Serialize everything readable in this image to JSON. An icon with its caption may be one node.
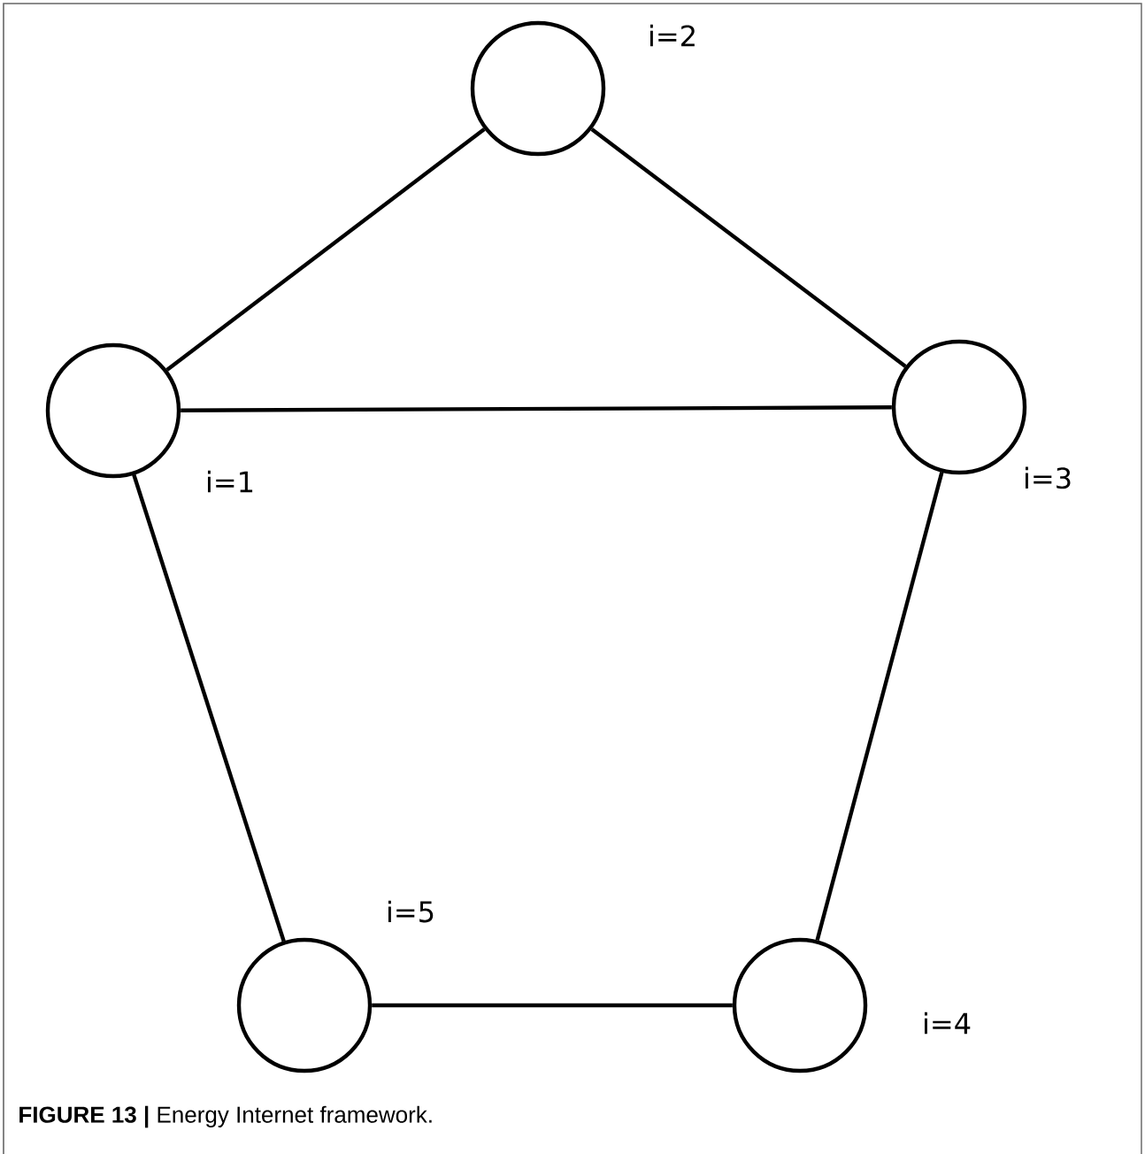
{
  "diagram": {
    "caption": "**FIGURE 13 |** Energy Internet framework.",
    "nodes": [
      {
        "text": [],
        "shape": "circle",
        "beside": [
          "i=1"
        ]
      },
      {
        "text": [],
        "shape": "circle",
        "beside": [
          "i=2"
        ]
      },
      {
        "text": [],
        "shape": "circle",
        "beside": [
          "i=3"
        ]
      },
      {
        "text": [],
        "shape": "circle",
        "beside": [
          "i=4"
        ]
      },
      {
        "text": [],
        "shape": "circle",
        "beside": [
          "i=5"
        ]
      }
    ],
    "edges": [
      {
        "from": 0,
        "to": 1,
        "arrow": "none"
      },
      {
        "from": 1,
        "to": 2,
        "arrow": "none"
      },
      {
        "from": 0,
        "to": 2,
        "arrow": "none"
      },
      {
        "from": 0,
        "to": 4,
        "arrow": "none"
      },
      {
        "from": 2,
        "to": 3,
        "arrow": "none"
      },
      {
        "from": 4,
        "to": 3,
        "arrow": "none"
      }
    ]
  }
}
